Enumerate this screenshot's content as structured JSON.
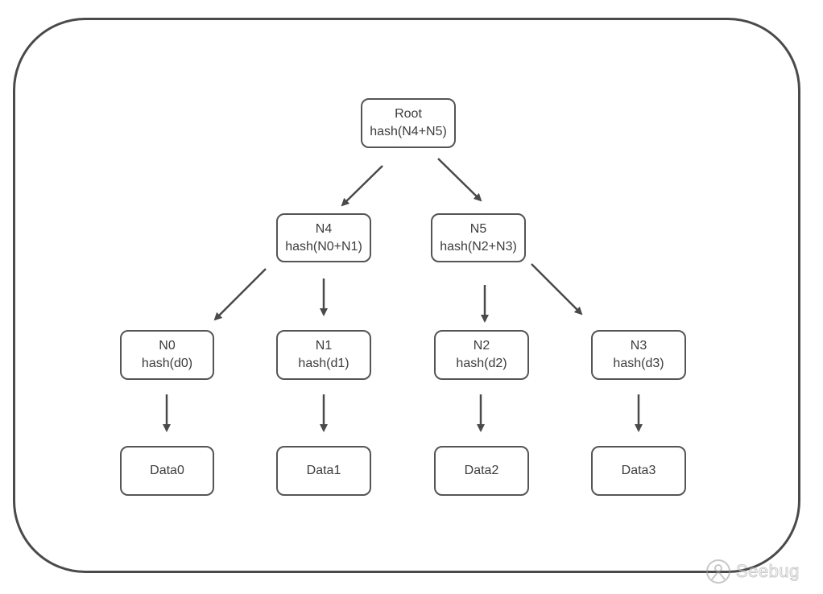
{
  "diagram": {
    "nodes": {
      "root": {
        "title": "Root",
        "subtitle": "hash(N4+N5)"
      },
      "n4": {
        "title": "N4",
        "subtitle": "hash(N0+N1)"
      },
      "n5": {
        "title": "N5",
        "subtitle": "hash(N2+N3)"
      },
      "n0": {
        "title": "N0",
        "subtitle": "hash(d0)"
      },
      "n1": {
        "title": "N1",
        "subtitle": "hash(d1)"
      },
      "n2": {
        "title": "N2",
        "subtitle": "hash(d2)"
      },
      "n3": {
        "title": "N3",
        "subtitle": "hash(d3)"
      },
      "d0": {
        "title": "Data0"
      },
      "d1": {
        "title": "Data1"
      },
      "d2": {
        "title": "Data2"
      },
      "d3": {
        "title": "Data3"
      }
    },
    "edges": [
      {
        "from": "root",
        "to": "n4"
      },
      {
        "from": "root",
        "to": "n5"
      },
      {
        "from": "n4",
        "to": "n0"
      },
      {
        "from": "n4",
        "to": "n1"
      },
      {
        "from": "n5",
        "to": "n2"
      },
      {
        "from": "n5",
        "to": "n3"
      },
      {
        "from": "n0",
        "to": "d0"
      },
      {
        "from": "n1",
        "to": "d1"
      },
      {
        "from": "n2",
        "to": "d2"
      },
      {
        "from": "n3",
        "to": "d3"
      }
    ],
    "colors": {
      "border": "#555555",
      "arrow": "#4a4a4a",
      "text": "#3c3c3c"
    }
  },
  "watermark": {
    "text": "Seebug",
    "icon": "seebug-logo-icon"
  }
}
